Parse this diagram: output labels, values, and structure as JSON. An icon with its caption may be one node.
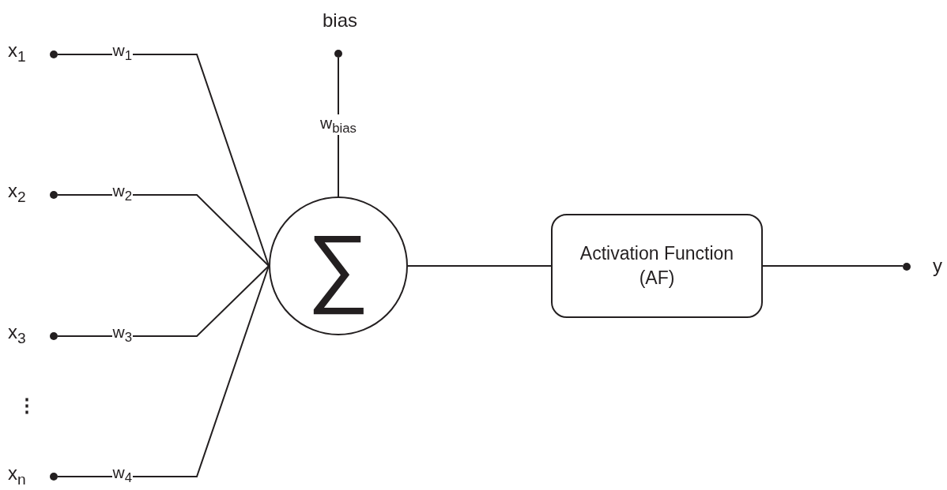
{
  "diagram": {
    "nodes": [
      {
        "text": [],
        "shape": "circle",
        "beside": [
          "x$_{1}$"
        ]
      },
      {
        "text": [],
        "shape": "circle",
        "beside": [
          "x$_{2}$"
        ]
      },
      {
        "text": [],
        "shape": "circle",
        "beside": [
          "x$_{3}$"
        ]
      },
      {
        "text": [],
        "shape": "circle",
        "beside": [
          "x$_{n}$"
        ]
      },
      {
        "text": [],
        "shape": "circle",
        "beside": [
          "bias"
        ]
      },
      {
        "text": [
          "∑"
        ]
      },
      {
        "text": [
          "Activation Function (AF)"
        ]
      },
      {
        "text": [],
        "shape": "circle",
        "beside": [
          "y"
        ]
      }
    ],
    "edges": [
      {
        "from": 0,
        "to": 5,
        "arrow": "none",
        "label": "w$_{1}$"
      },
      {
        "from": 1,
        "to": 5,
        "arrow": "none",
        "label": "w$_{2}$"
      },
      {
        "from": 2,
        "to": 5,
        "arrow": "none",
        "label": "w$_{3}$"
      },
      {
        "from": 3,
        "to": 5,
        "arrow": "none",
        "label": "w$_{4}$"
      },
      {
        "from": 4,
        "to": 5,
        "arrow": "none",
        "label": "w$_{bias}$"
      },
      {
        "from": 5,
        "to": 6,
        "arrow": "none"
      },
      {
        "from": 6,
        "to": 7,
        "arrow": "none"
      }
    ],
    "labels": [
      "⋮"
    ]
  }
}
